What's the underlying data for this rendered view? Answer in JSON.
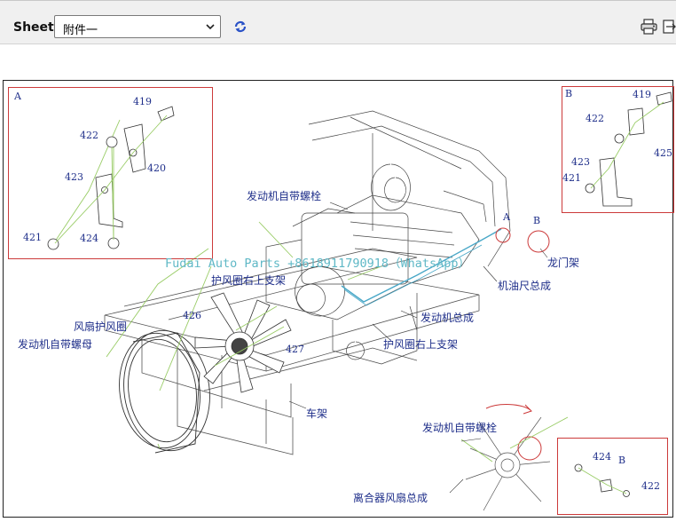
{
  "toolbar": {
    "sheet_label": "Sheet",
    "sheet_value": "附件一",
    "icons": [
      "refresh-icon",
      "print-icon",
      "export-icon"
    ]
  },
  "diagram": {
    "watermark": "Fudai Auto Parts +8618911790918（WhatsApp）",
    "detail_a": {
      "letter": "A",
      "parts": [
        "419",
        "422",
        "420",
        "423",
        "421",
        "424"
      ]
    },
    "detail_b": {
      "letter": "B",
      "parts": [
        "419",
        "422",
        "425",
        "423",
        "421"
      ]
    },
    "detail_c": {
      "letter": "B",
      "parts": [
        "424",
        "422"
      ]
    },
    "callouts": {
      "engine_bolt_top": "发动机自带螺栓",
      "a": "A",
      "b": "B",
      "gantry": "龙门架",
      "fan_upper_bracket_1": "护风圈右上支架",
      "dipstick": "机油尺总成",
      "fan_shroud": "风扇护风圈",
      "p426": "426",
      "engine_nut": "发动机自带螺母",
      "engine_assy": "发动机总成",
      "fan_upper_bracket_2": "护风圈右上支架",
      "p427": "427",
      "frame": "车架",
      "engine_bolt_bottom": "发动机自带螺栓",
      "clutch_fan": "离合器风扇总成"
    },
    "colors": {
      "callout": "#1f2f8a",
      "leader": "#99cc66",
      "detail_border": "#cc3a3a",
      "dipstick_line": "#4aa8c8"
    }
  }
}
